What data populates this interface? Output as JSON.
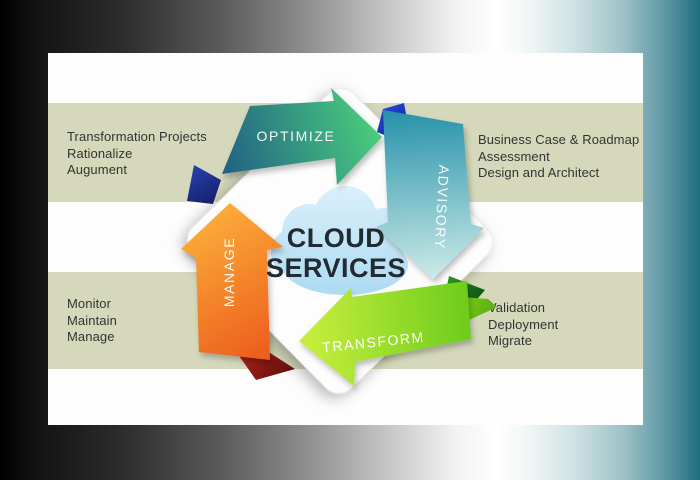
{
  "background": {
    "left_color": "#000000",
    "mid_color": "#ffffff",
    "right_color": "#206d80"
  },
  "card": {
    "bg": "#fdfdfd",
    "band_color": "#d5d8bb",
    "quadrants": {
      "top_left": {
        "lines": [
          "Transformation Projects",
          "Rationalize",
          "Augument"
        ]
      },
      "top_right": {
        "lines": [
          "Business Case & Roadmap",
          "Assessment",
          "Design and Architect"
        ]
      },
      "bottom_left": {
        "lines": [
          "Monitor",
          "Maintain",
          "Manage"
        ]
      },
      "bottom_right": {
        "lines": [
          "Validation",
          "Deployment",
          "Migrate"
        ]
      }
    }
  },
  "diagram": {
    "cloud": {
      "line1": "CLOUD",
      "line2": "SERVICES",
      "fill_top": "#d9effb",
      "fill_bottom": "#abdaf2",
      "text_color": "#222a32"
    },
    "arrows": {
      "optimize": {
        "label": "OPTIMIZE",
        "color_from": "#1f5d85",
        "color_to": "#4bd07c"
      },
      "advisory": {
        "label": "ADVISORY",
        "color_from": "#2892ab",
        "color_to": "#cdebe7"
      },
      "transform": {
        "label": "TRANSFORM",
        "color_from": "#c9ef3e",
        "color_to": "#6dcc1c"
      },
      "manage": {
        "label": "MANAGE",
        "color_from": "#fcae3a",
        "color_to": "#ec5c1c"
      }
    },
    "folds": {
      "navy": {
        "from": "#2a3fb0",
        "to": "#131f66"
      },
      "blue": {
        "from": "#2747e0",
        "to": "#0c1f86"
      },
      "red": {
        "from": "#b02219",
        "to": "#5f0f0c"
      },
      "dark_green": {
        "from": "#2c8f1c",
        "to": "#0c4f13"
      },
      "bright_green": {
        "from": "#9ade20",
        "to": "#54ad10"
      }
    }
  }
}
